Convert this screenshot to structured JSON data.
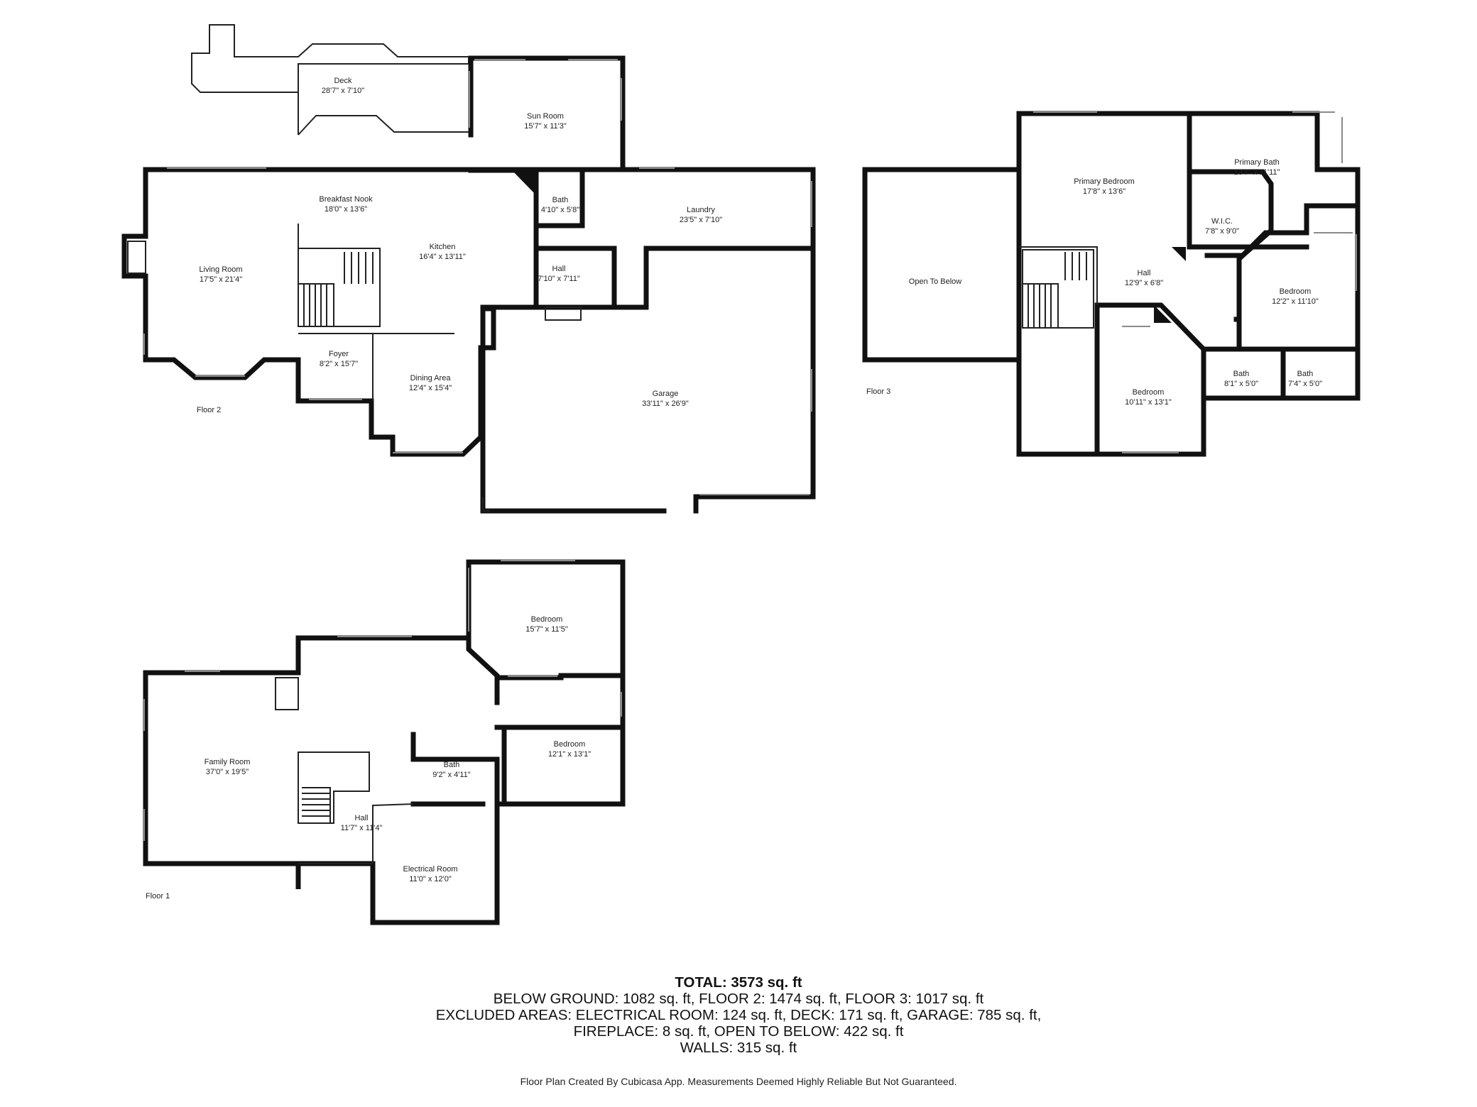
{
  "floors": [
    {
      "name": "Floor 2"
    },
    {
      "name": "Floor 3"
    },
    {
      "name": "Floor 1"
    }
  ],
  "rooms": [
    {
      "name": "Deck",
      "dims": "28'7\" x 7'10\""
    },
    {
      "name": "Sun Room",
      "dims": "15'7\" x 11'3\""
    },
    {
      "name": "Breakfast Nook",
      "dims": "18'0\" x 13'6\""
    },
    {
      "name": "Kitchen",
      "dims": "16'4\" x 13'11\""
    },
    {
      "name": "Bath",
      "dims": "4'10\" x 5'8\""
    },
    {
      "name": "Laundry",
      "dims": "23'5\" x 7'10\""
    },
    {
      "name": "Living Room",
      "dims": "17'5\" x 21'4\""
    },
    {
      "name": "Hall",
      "dims": "7'10\" x 7'11\""
    },
    {
      "name": "Foyer",
      "dims": "8'2\" x 15'7\""
    },
    {
      "name": "Dining Area",
      "dims": "12'4\" x 15'4\""
    },
    {
      "name": "Garage",
      "dims": "33'11\" x 26'9\""
    },
    {
      "name": "Primary Bedroom",
      "dims": "17'8\" x 13'6\""
    },
    {
      "name": "Primary Bath",
      "dims": "13'7\" x 11'11\""
    },
    {
      "name": "W.I.C.",
      "dims": "7'8\" x 9'0\""
    },
    {
      "name": "Open To Below",
      "dims": ""
    },
    {
      "name": "Hall",
      "dims": "12'9\" x 6'8\""
    },
    {
      "name": "Bedroom",
      "dims": "12'2\" x 11'10\""
    },
    {
      "name": "Bedroom",
      "dims": "10'11\" x 13'1\""
    },
    {
      "name": "Bath",
      "dims": "8'1\" x 5'0\""
    },
    {
      "name": "Bath",
      "dims": "7'4\" x 5'0\""
    },
    {
      "name": "Bedroom",
      "dims": "15'7\" x 11'5\""
    },
    {
      "name": "Family Room",
      "dims": "37'0\" x 19'5\""
    },
    {
      "name": "Bath",
      "dims": "9'2\" x 4'11\""
    },
    {
      "name": "Bedroom",
      "dims": "12'1\" x 13'1\""
    },
    {
      "name": "Hall",
      "dims": "11'7\" x 11'4\""
    },
    {
      "name": "Electrical Room",
      "dims": "11'0\" x 12'0\""
    }
  ],
  "summary": {
    "total": "TOTAL: 3573 sq. ft",
    "line1": "BELOW GROUND: 1082 sq. ft, FLOOR 2: 1474 sq. ft, FLOOR 3: 1017 sq. ft",
    "line2": "EXCLUDED AREAS: ELECTRICAL ROOM: 124 sq. ft, DECK: 171 sq. ft, GARAGE: 785 sq. ft,",
    "line3": "FIREPLACE: 8 sq. ft, OPEN TO BELOW: 422 sq. ft",
    "line4": "WALLS: 315 sq. ft"
  },
  "credit": "Floor Plan Created By Cubicasa App. Measurements Deemed Highly Reliable But Not Guaranteed."
}
